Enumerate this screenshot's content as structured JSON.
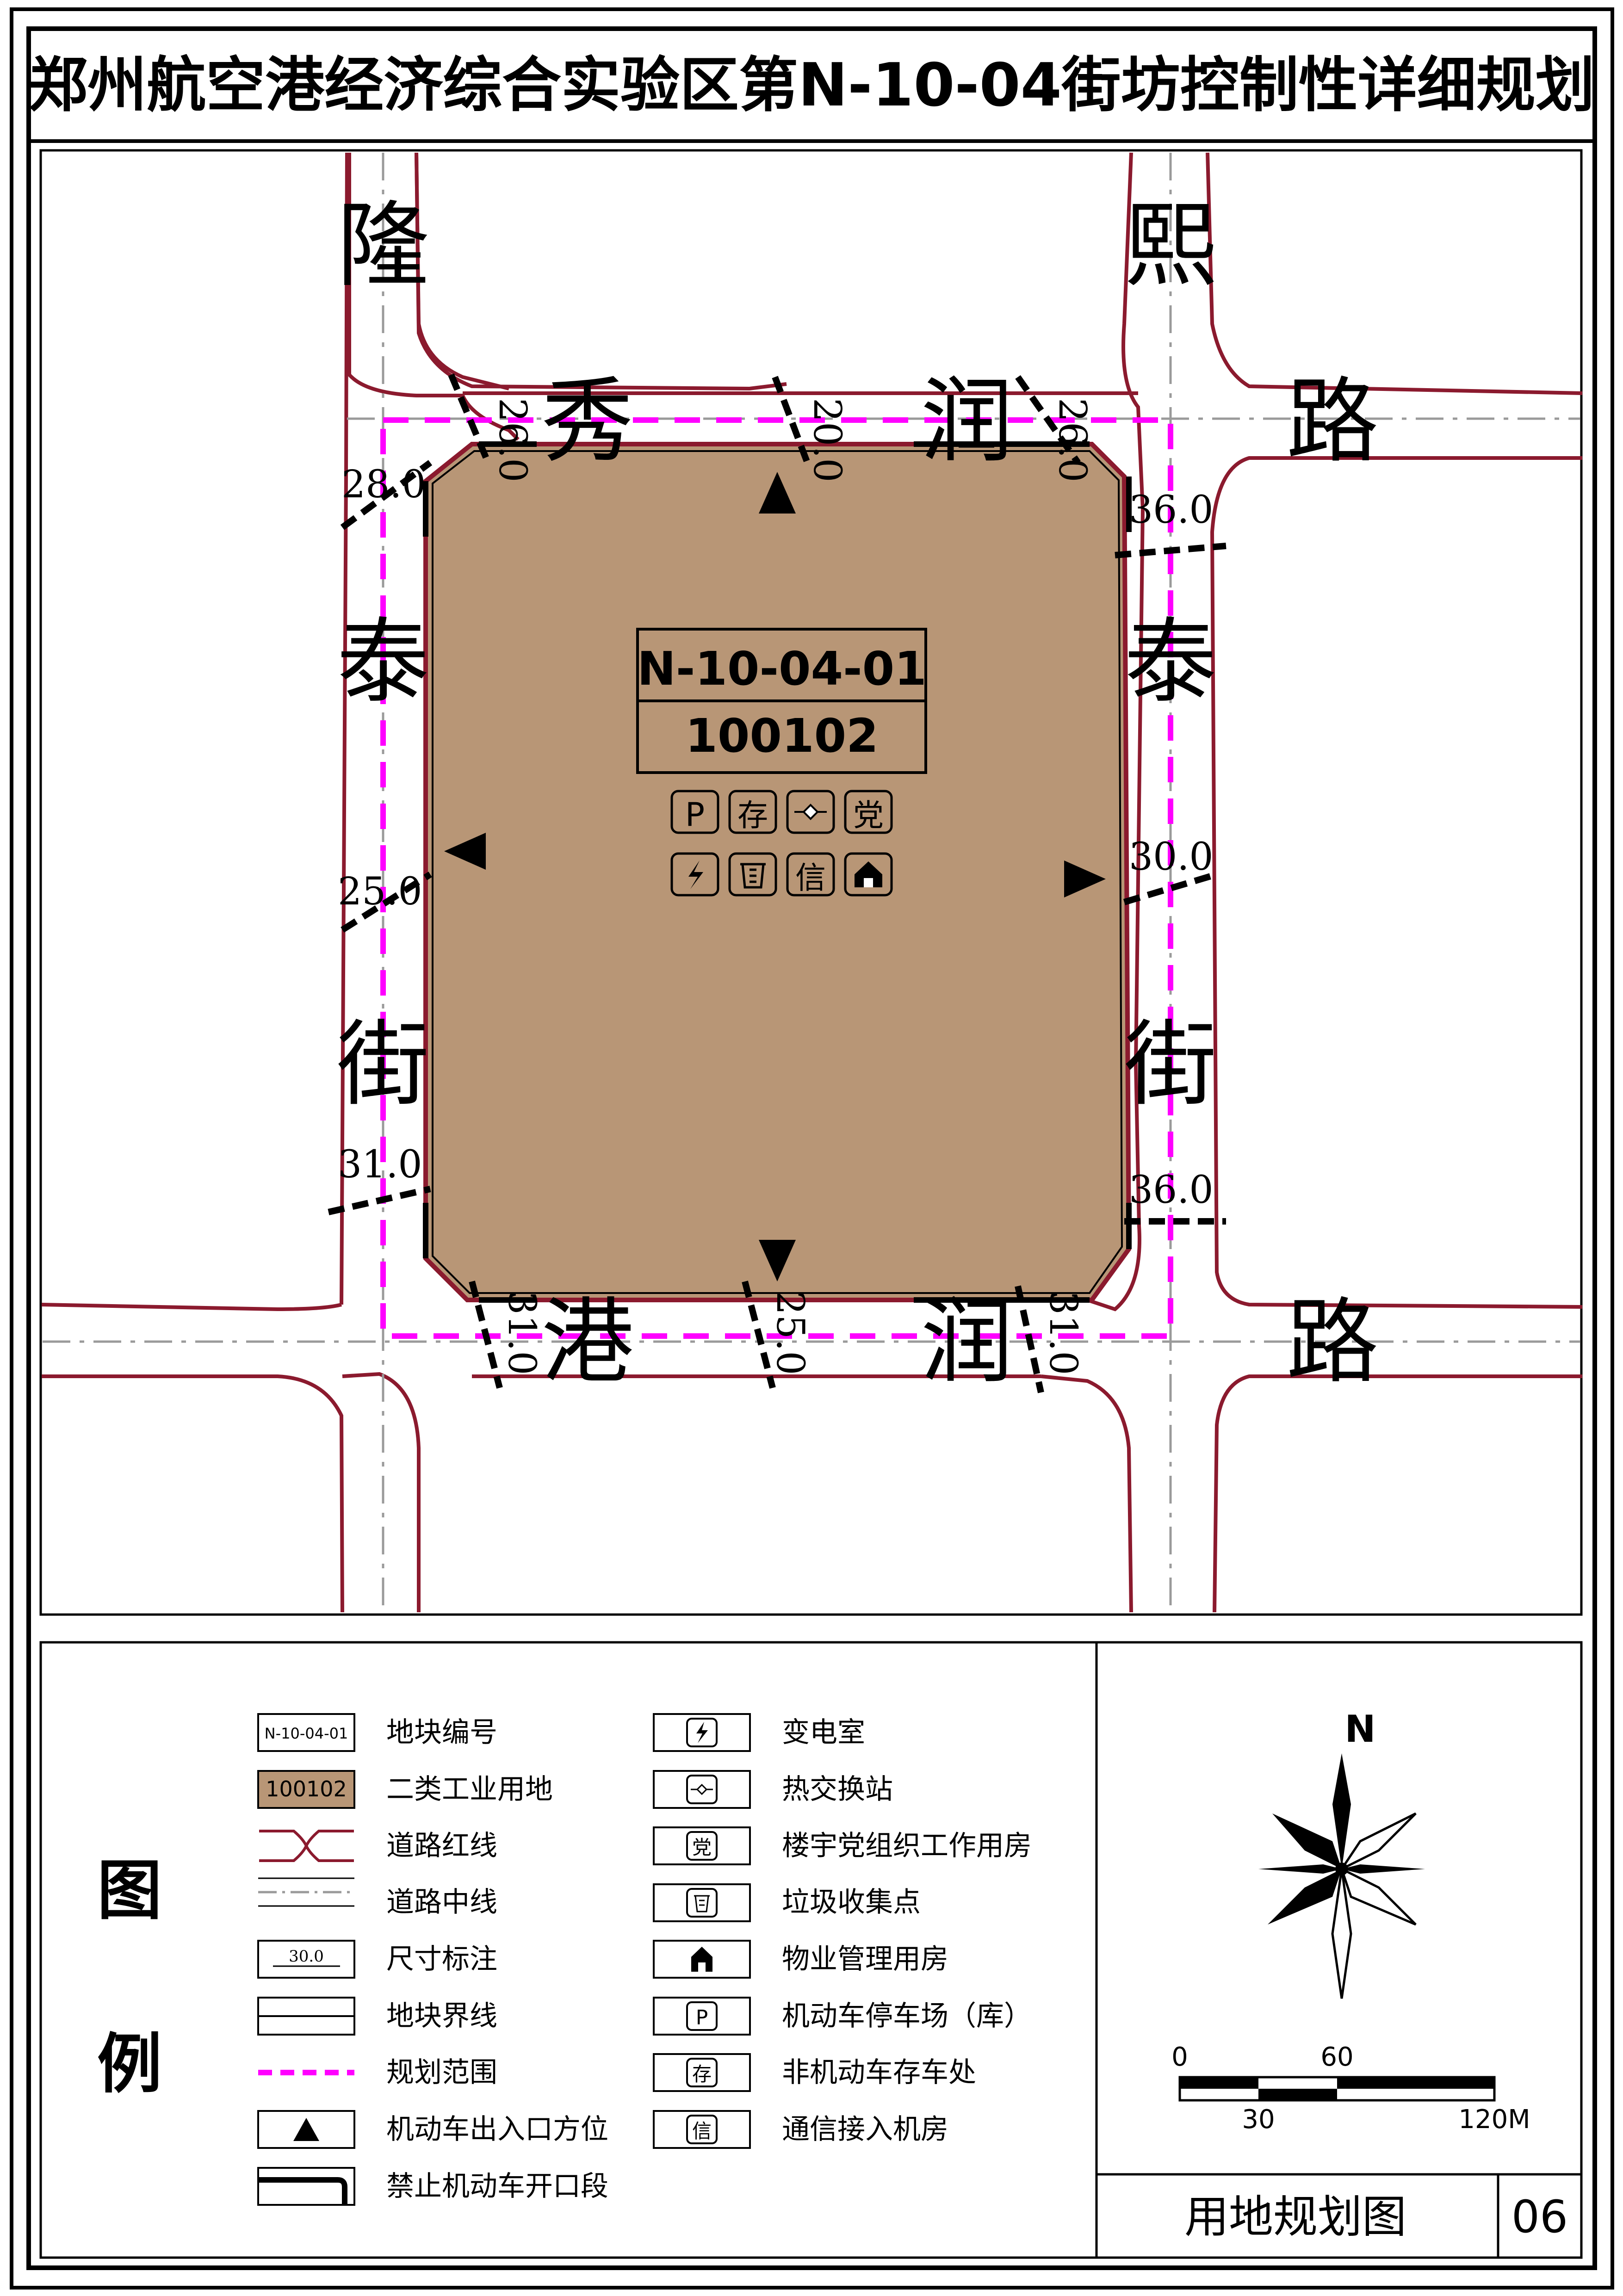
{
  "title": "郑州航空港经济综合实验区第N-10-04街坊控制性详细规划",
  "map": {
    "roads": {
      "west_street": [
        "隆",
        "泰",
        "街"
      ],
      "east_street": [
        "熙",
        "泰",
        "街"
      ],
      "north_road": [
        "秀",
        "润",
        "路"
      ],
      "south_road": [
        "港",
        "润",
        "路"
      ]
    },
    "dimensions": {
      "north_a": "26.0",
      "north_b": "20.0",
      "north_c": "26.0",
      "south_a": "31.0",
      "south_b": "25.0",
      "south_c": "31.0",
      "west_a": "28.0",
      "west_b": "25.0",
      "west_c": "31.0",
      "east_a": "36.0",
      "east_b": "30.0",
      "east_c": "36.0"
    },
    "parcel": {
      "id": "N-10-04-01",
      "code": "100102",
      "fill_color": "#b89676",
      "facility_symbols": [
        "P",
        "存",
        "热交换站",
        "党",
        "变电室",
        "垃圾收集点",
        "信",
        "物业管理用房"
      ]
    }
  },
  "legend": {
    "title_chars": [
      "图",
      "例"
    ],
    "left_items": [
      {
        "symbol_text": "N-10-04-01",
        "label": "地块编号"
      },
      {
        "symbol_text": "100102",
        "label": "二类工业用地"
      },
      {
        "symbol_text": "",
        "label": "道路红线"
      },
      {
        "symbol_text": "",
        "label": "道路中线"
      },
      {
        "symbol_text": "30.0",
        "label": "尺寸标注"
      },
      {
        "symbol_text": "",
        "label": "地块界线"
      },
      {
        "symbol_text": "",
        "label": "规划范围"
      },
      {
        "symbol_text": "",
        "label": "机动车出入口方位"
      },
      {
        "symbol_text": "",
        "label": "禁止机动车开口段"
      }
    ],
    "right_items": [
      {
        "symbol_text": "",
        "label": "变电室"
      },
      {
        "symbol_text": "",
        "label": "热交换站"
      },
      {
        "symbol_text": "党",
        "label": "楼宇党组织工作用房"
      },
      {
        "symbol_text": "",
        "label": "垃圾收集点"
      },
      {
        "symbol_text": "",
        "label": "物业管理用房"
      },
      {
        "symbol_text": "P",
        "label": "机动车停车场（库）"
      },
      {
        "symbol_text": "存",
        "label": "非机动车存车处"
      },
      {
        "symbol_text": "信",
        "label": "通信接入机房"
      }
    ]
  },
  "north_arrow": {
    "label": "N"
  },
  "scale_bar": {
    "top_labels": [
      "0",
      "60"
    ],
    "bottom_labels": [
      "30",
      "120M"
    ]
  },
  "sheet": {
    "name": "用地规划图",
    "number": "06"
  },
  "colors": {
    "road_red_line": "#8b1a2e",
    "planning_boundary": "#ff00ff",
    "centerline": "#9a9a9a",
    "parcel_fill": "#b89676"
  }
}
